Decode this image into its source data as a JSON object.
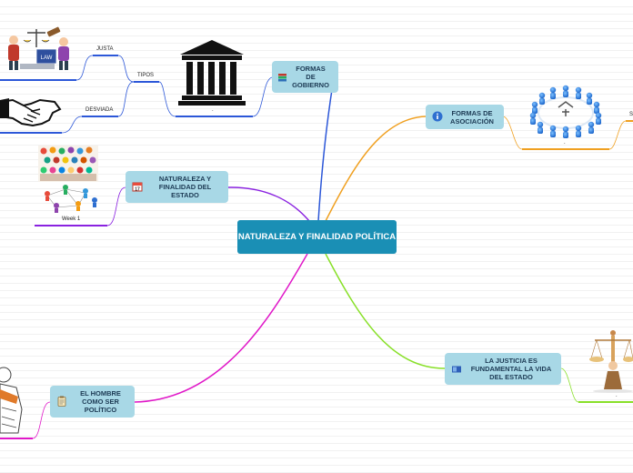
{
  "central": {
    "title": "NATURALEZA Y FINALIDAD POLÍTICA"
  },
  "topics": {
    "formas_gobierno": {
      "label": "FORMAS DE GOBIERNO",
      "icon": "books-icon"
    },
    "naturaleza": {
      "label": "NATURALEZA Y FINALIDAD DEL ESTADO",
      "icon": "calendar-icon"
    },
    "hombre": {
      "label": "EL HOMBRE COMO SER POLÍTICO",
      "icon": "clipboard-icon"
    },
    "asociacion": {
      "label": "FORMAS DE ASOCIACIÓN",
      "icon": "info-icon"
    },
    "justicia": {
      "label": "LA JUSTICIA ES FUNDAMENTAL LA VIDA DEL ESTADO",
      "icon": "book-icon"
    }
  },
  "subtopics": {
    "tipos": "TIPOS",
    "justa": "JUSTA",
    "desviada": "DESVIADA",
    "gobierno_dot": ".",
    "week": "Week 1",
    "asociacion_dot": ".",
    "justicia_dot": ".",
    "edge_s": "S"
  },
  "images": {
    "law_sign": "LAW"
  },
  "colors": {
    "central": "#1a8fb5",
    "topic": "#a8d8e6",
    "branch_gobierno": "#2c57d8",
    "branch_naturaleza": "#8a22e0",
    "branch_hombre": "#e018c8",
    "branch_asociacion": "#f0a020",
    "branch_justicia": "#88e028"
  }
}
